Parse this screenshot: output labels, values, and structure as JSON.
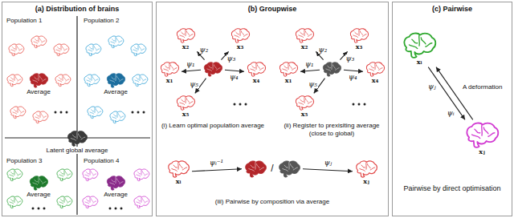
{
  "diagram": {
    "nodes": [
      {
        "text": [
          "(a) Distribution of brains"
        ]
      },
      {
        "text": [
          "Average"
        ],
        "in": 0
      },
      {
        "text": [
          "Average"
        ],
        "in": 0
      },
      {
        "text": [
          "Latent global average"
        ],
        "in": 0
      },
      {
        "text": [
          "Average"
        ],
        "in": 0
      },
      {
        "text": [
          "Average"
        ],
        "in": 0
      },
      {
        "text": [
          "(b) Groupwise"
        ]
      },
      {
        "text": [],
        "in": 6
      },
      {
        "text": [
          "x₁"
        ],
        "in": 6
      },
      {
        "text": [
          "x₂"
        ],
        "in": 6
      },
      {
        "text": [
          "x₃"
        ],
        "in": 6
      },
      {
        "text": [
          "x₄"
        ],
        "in": 6
      },
      {
        "text": [
          "x₅"
        ],
        "in": 6
      },
      {
        "text": [],
        "in": 6
      },
      {
        "text": [
          "x₁"
        ],
        "in": 6
      },
      {
        "text": [
          "x₂"
        ],
        "in": 6
      },
      {
        "text": [
          "x₃"
        ],
        "in": 6
      },
      {
        "text": [
          "x₄"
        ],
        "in": 6
      },
      {
        "text": [
          "x₅"
        ],
        "in": 6
      },
      {
        "text": [
          "xᵢ"
        ],
        "in": 6
      },
      {
        "text": [],
        "in": 6
      },
      {
        "text": [],
        "in": 6
      },
      {
        "text": [
          "xⱼ"
        ],
        "in": 6
      },
      {
        "text": [
          "(c) Pairwise"
        ]
      },
      {
        "text": [
          "xᵢ"
        ],
        "in": 23
      },
      {
        "text": [
          "xⱼ"
        ],
        "in": 23
      }
    ],
    "edges": [
      {
        "from": 7,
        "to": 8,
        "label": "ψ₁",
        "arrow": "to"
      },
      {
        "from": 7,
        "to": 9,
        "label": "ψ₂",
        "arrow": "to"
      },
      {
        "from": 7,
        "to": 10,
        "label": "ψ₃",
        "arrow": "to"
      },
      {
        "from": 7,
        "to": 11,
        "label": "ψ₄",
        "arrow": "to"
      },
      {
        "from": 7,
        "to": 12,
        "label": "ψ₅",
        "arrow": "to"
      },
      {
        "from": 13,
        "to": 14,
        "label": "ψ₁",
        "arrow": "to"
      },
      {
        "from": 13,
        "to": 15,
        "label": "ψ₂",
        "arrow": "to"
      },
      {
        "from": 13,
        "to": 16,
        "label": "ψ₃",
        "arrow": "to"
      },
      {
        "from": 13,
        "to": 17,
        "label": "ψ₄",
        "arrow": "to"
      },
      {
        "from": 13,
        "to": 18,
        "label": "ψ₅",
        "arrow": "to"
      },
      {
        "from": 19,
        "to": 20,
        "label": "ψᵢ⁻¹",
        "arrow": "to"
      },
      {
        "from": 21,
        "to": 22,
        "label": "ψⱼ",
        "arrow": "to"
      },
      {
        "from": 24,
        "to": 25,
        "label": "ψⱼ",
        "arrow": "to"
      },
      {
        "from": 25,
        "to": 24,
        "label": "ψᵢ",
        "arrow": "to"
      }
    ],
    "labels": [
      "Population 1",
      "Population 2",
      "Population 3",
      "Population 4",
      "(i) Learn optimal population average",
      "(ii) Register to prexisiting average (close to global)",
      "/",
      "(iii) Pairwise by composition via average",
      "A deformation",
      "Pairwise by direct optimisation"
    ]
  }
}
